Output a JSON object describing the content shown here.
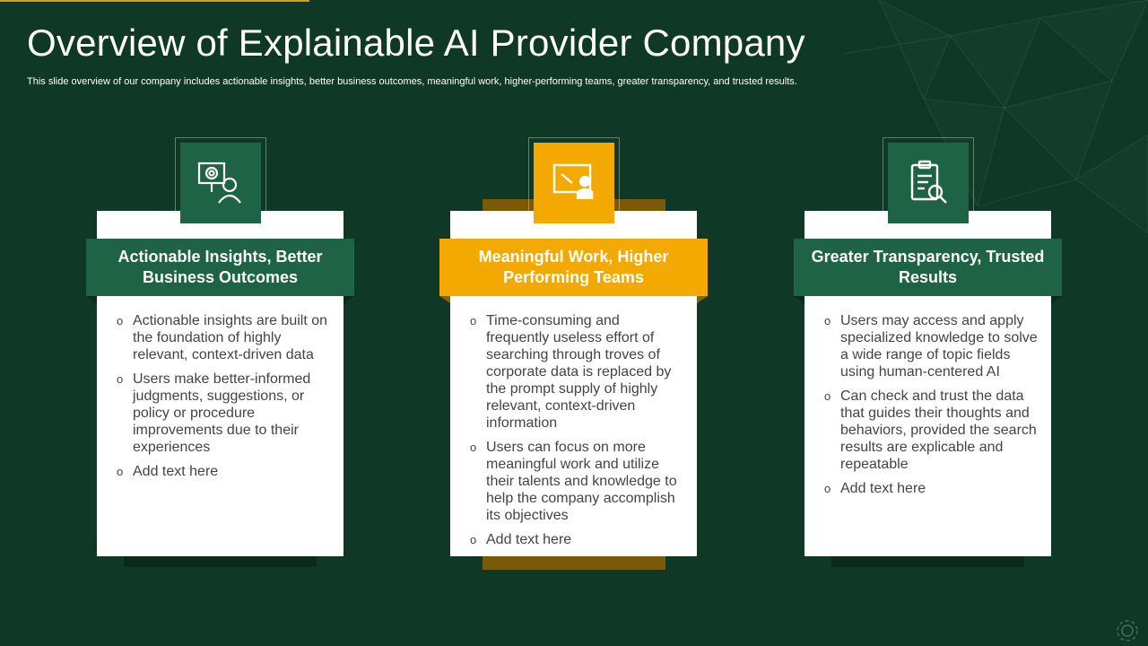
{
  "title": "Overview of Explainable AI Provider Company",
  "subtitle": "This slide overview of our company includes actionable insights, better business outcomes, meaningful work, higher-performing teams, greater transparency, and trusted results.",
  "colors": {
    "background": "#0f3826",
    "green": "#1e6345",
    "gold": "#f4a900",
    "dark_gold": "#7a5a06"
  },
  "cards": [
    {
      "icon": "presenter-chart-icon",
      "heading": "Actionable Insights, Better Business Outcomes",
      "bullets": [
        "Actionable insights are built on the foundation of highly relevant, context-driven data",
        "Users make better-informed judgments, suggestions, or policy or procedure improvements due to their experiences",
        "Add text here"
      ]
    },
    {
      "icon": "teacher-board-icon",
      "heading": "Meaningful Work, Higher Performing Teams",
      "bullets": [
        "Time-consuming and frequently useless effort of searching through troves of corporate data is replaced by the prompt supply of highly relevant, context-driven information",
        "Users can focus on more meaningful work and utilize their talents and knowledge to help the company accomplish its objectives",
        "Add text here"
      ]
    },
    {
      "icon": "clipboard-search-icon",
      "heading": "Greater Transparency, Trusted Results",
      "bullets": [
        "Users may access and apply specialized knowledge to solve a wide range of topic fields using human-centered AI",
        "Can check and trust the data that guides their thoughts and behaviors, provided the search results are explicable and repeatable",
        "Add text here"
      ]
    }
  ]
}
